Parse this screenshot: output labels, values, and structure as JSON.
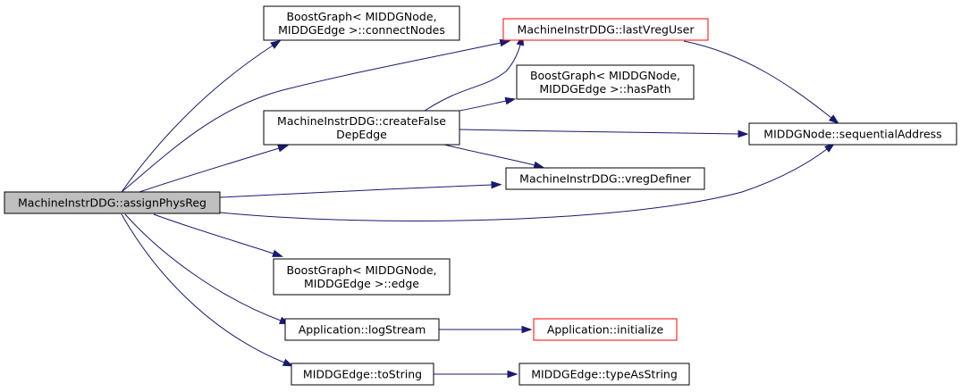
{
  "colors": {
    "edge": "#191970",
    "root_fill": "#bfbfbf",
    "node_fill": "#ffffff",
    "node_border": "#000000",
    "truncated_border": "#ff0000"
  },
  "nodes": [
    {
      "id": "root",
      "lines": [
        "MachineInstrDDG::assignPhysReg"
      ],
      "root": true
    },
    {
      "id": "connectNodes",
      "lines": [
        "BoostGraph< MIDDGNode,",
        "MIDDGEdge >::connectNodes"
      ]
    },
    {
      "id": "lastVregUser",
      "lines": [
        "MachineInstrDDG::lastVregUser"
      ],
      "truncated": true
    },
    {
      "id": "hasPath",
      "lines": [
        "BoostGraph< MIDDGNode,",
        "MIDDGEdge >::hasPath"
      ]
    },
    {
      "id": "createFalseDepEdge",
      "lines": [
        "MachineInstrDDG::createFalse",
        "DepEdge"
      ]
    },
    {
      "id": "sequentialAddress",
      "lines": [
        "MIDDGNode::sequentialAddress"
      ]
    },
    {
      "id": "vregDefiner",
      "lines": [
        "MachineInstrDDG::vregDefiner"
      ]
    },
    {
      "id": "edge",
      "lines": [
        "BoostGraph< MIDDGNode,",
        "MIDDGEdge >::edge"
      ]
    },
    {
      "id": "logStream",
      "lines": [
        "Application::logStream"
      ]
    },
    {
      "id": "initialize",
      "lines": [
        "Application::initialize"
      ],
      "truncated": true
    },
    {
      "id": "toString",
      "lines": [
        "MIDDGEdge::toString"
      ]
    },
    {
      "id": "typeAsString",
      "lines": [
        "MIDDGEdge::typeAsString"
      ]
    }
  ],
  "edges": [
    {
      "from": "root",
      "to": "connectNodes"
    },
    {
      "from": "root",
      "to": "lastVregUser"
    },
    {
      "from": "root",
      "to": "createFalseDepEdge"
    },
    {
      "from": "root",
      "to": "vregDefiner"
    },
    {
      "from": "root",
      "to": "sequentialAddress"
    },
    {
      "from": "root",
      "to": "edge"
    },
    {
      "from": "root",
      "to": "logStream"
    },
    {
      "from": "root",
      "to": "toString"
    },
    {
      "from": "lastVregUser",
      "to": "sequentialAddress"
    },
    {
      "from": "createFalseDepEdge",
      "to": "lastVregUser"
    },
    {
      "from": "createFalseDepEdge",
      "to": "hasPath"
    },
    {
      "from": "createFalseDepEdge",
      "to": "sequentialAddress"
    },
    {
      "from": "createFalseDepEdge",
      "to": "vregDefiner"
    },
    {
      "from": "logStream",
      "to": "initialize"
    },
    {
      "from": "toString",
      "to": "typeAsString"
    }
  ]
}
